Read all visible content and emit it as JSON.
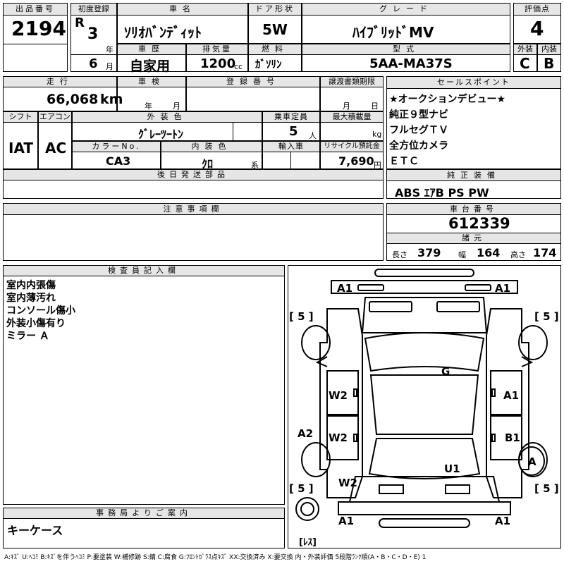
{
  "header": {
    "lot_label": "出品番号",
    "lot_no": "2194",
    "first_reg_label": "初度登録",
    "era": "R",
    "year": "3",
    "year_unit": "年",
    "month": "6",
    "month_unit": "月",
    "car_name_label": "車名",
    "car_name": "ｿﾘｵﾊﾞﾝﾃﾞｨｯﾄ",
    "door_label": "ドア形状",
    "door": "5W",
    "grade_label": "グレード",
    "grade": "ﾊｲﾌﾞﾘｯﾄﾞMV",
    "score_label": "評価点",
    "score": "4",
    "history_label": "車歴",
    "history": "自家用",
    "displacement_label": "排気量",
    "displacement": "1200",
    "displacement_unit": "cc",
    "fuel_label": "燃料",
    "fuel": "ｶﾞｿﾘﾝ",
    "model_label": "型式",
    "model": "5AA-MA37S",
    "exterior_label": "外装",
    "exterior_grade": "C",
    "interior_label": "内装",
    "interior_grade": "B"
  },
  "row2": {
    "mileage_label": "走行",
    "mileage": "66,068",
    "mileage_unit": "km",
    "inspection_label": "車検",
    "insp_year_unit": "年",
    "insp_month_unit": "月",
    "reg_no_label": "登録番号",
    "transfer_label": "譲渡書類期限",
    "transfer_month_unit": "月",
    "transfer_day_unit": "日",
    "shift_label": "シフト",
    "shift": "IAT",
    "ac_label": "エアコン",
    "ac": "AC",
    "ext_color_label": "外装色",
    "ext_color": "ｸﾞﾚｰﾂｰﾄﾝ",
    "capacity_label": "乗車定員",
    "capacity": "5",
    "capacity_unit": "人",
    "max_load_label": "最大積載量",
    "max_load_unit": "kg",
    "color_no_label": "カラーNo.",
    "color_no": "CA3",
    "int_color_label": "内装色",
    "int_color": "ｸﾛ",
    "int_color_unit": "系",
    "import_label": "輸入車",
    "recycle_label": "リサイクル預託金",
    "recycle": "7,690",
    "recycle_unit": "円",
    "later_parts_label": "後日発送部品"
  },
  "sales_points": {
    "label": "セールスポイント",
    "items": [
      "★オークションデビュー★",
      "純正９型ナビ",
      "フルセグＴＶ",
      "全方位カメラ",
      "ＥＴＣ"
    ]
  },
  "equipment": {
    "label": "純正装備",
    "value": "ABS ｴｱB PS PW"
  },
  "notes": {
    "label": "注意事項欄"
  },
  "chassis": {
    "label": "車台番号",
    "value": "612339",
    "spec_label": "諸元",
    "length_label": "長さ",
    "length": "379",
    "width_label": "幅",
    "width": "164",
    "height_label": "高さ",
    "height": "174"
  },
  "inspector": {
    "label": "検査員記入欄",
    "lines": [
      "室内内張傷",
      "室内薄汚れ",
      "コンソール傷小",
      "外装小傷有り",
      "ミラー Ａ"
    ]
  },
  "office": {
    "label": "事務局よりご案内",
    "value": "キーケース"
  },
  "diagram": {
    "marks": {
      "front_left": "A1",
      "front_right": "A1",
      "bracket_tl": "[ 5 ]",
      "bracket_tr": "[ 5 ]",
      "roof": "G",
      "left_door_front": "W2",
      "right_door_front": "A1",
      "left_fender": "A2",
      "left_door_rear": "W2",
      "right_door_rear": "B1",
      "rear_glass": "U1",
      "right_rear": "A",
      "left_rear_quarter": "W2",
      "bracket_bl": "[ 5 ]",
      "bracket_br": "[ 5 ]",
      "rear_left": "A1",
      "rear_right": "A1",
      "spare": "[ﾚｽ]"
    }
  },
  "legend": "A:ｷｽﾞ U:ﾍｺﾐ B:ｷｽﾞを伴うﾍｺﾐ P:要塗装 W:補修跡 S:錆 C:腐食 G:ﾌﾛﾝﾄｶﾞﾗｽ点ｷｽﾞ XX:交換済み X:要交換 内・外装評価 5段階ﾗﾝｸ順(A・B・C・D・E) 1"
}
